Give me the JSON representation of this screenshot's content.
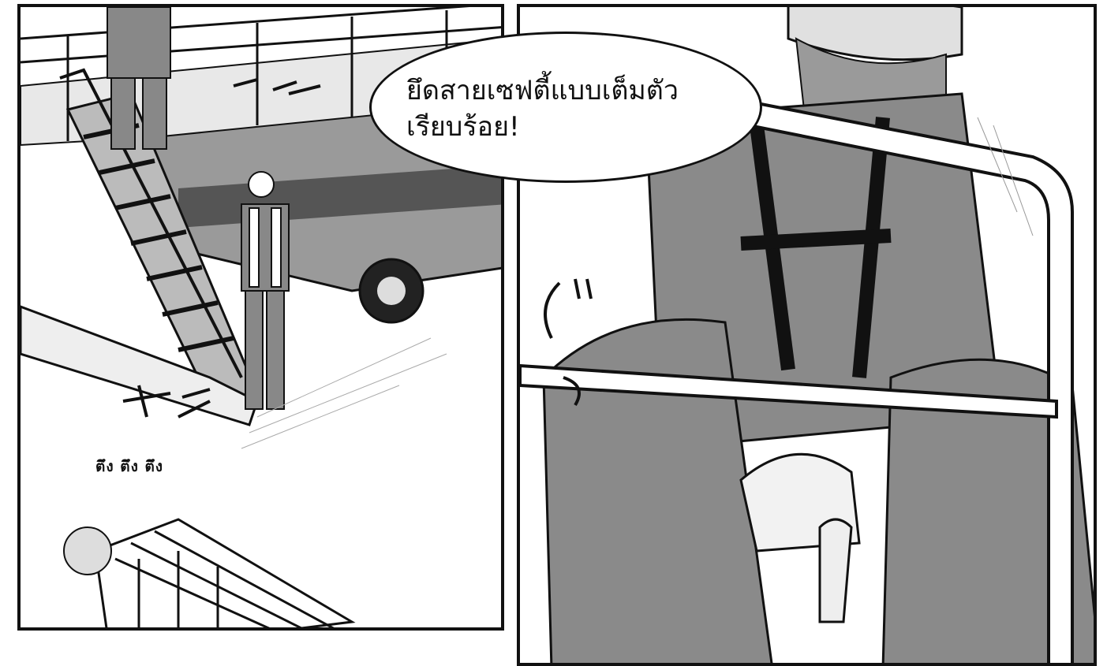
{
  "panels": {
    "left": {
      "sound_effect": "ตึง ตึง ตึง"
    },
    "right": {
      "speech_bubble": {
        "line1": "ยึดสายเซฟตี้แบบเต็มตัว",
        "line2": "เรียบร้อย!"
      }
    }
  },
  "colors": {
    "ink": "#111111",
    "paper": "#ffffff",
    "screentone": "#d6d6d6"
  }
}
